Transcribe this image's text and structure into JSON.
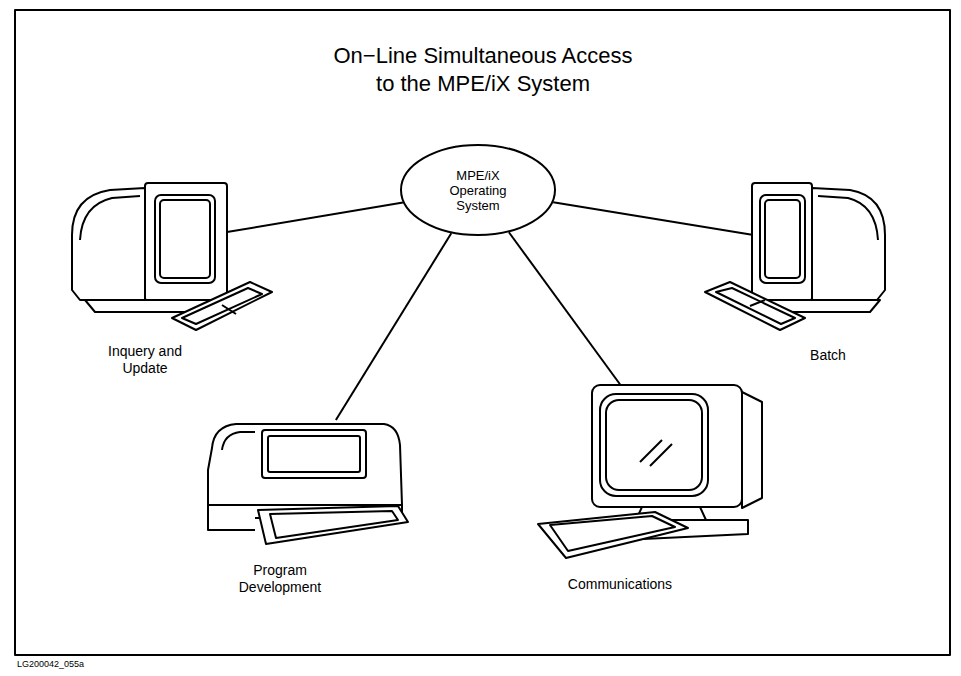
{
  "diagram": {
    "title": "On−Line Simultaneous Access to the MPE/iX System",
    "nodes": [
      {
        "text": [
          "MPE/iX Operating System"
        ]
      },
      {
        "text": [
          "Inquery and Update"
        ]
      },
      {
        "text": [
          "Batch"
        ]
      },
      {
        "text": [
          "Program Development"
        ]
      },
      {
        "text": [
          "Communications"
        ]
      }
    ],
    "edges": [
      {
        "from": 0,
        "to": 1,
        "arrow": "none"
      },
      {
        "from": 0,
        "to": 2,
        "arrow": "none"
      },
      {
        "from": 0,
        "to": 3,
        "arrow": "none"
      },
      {
        "from": 0,
        "to": 4,
        "arrow": "none"
      }
    ],
    "labels": [
      "LG200042_055a"
    ]
  }
}
